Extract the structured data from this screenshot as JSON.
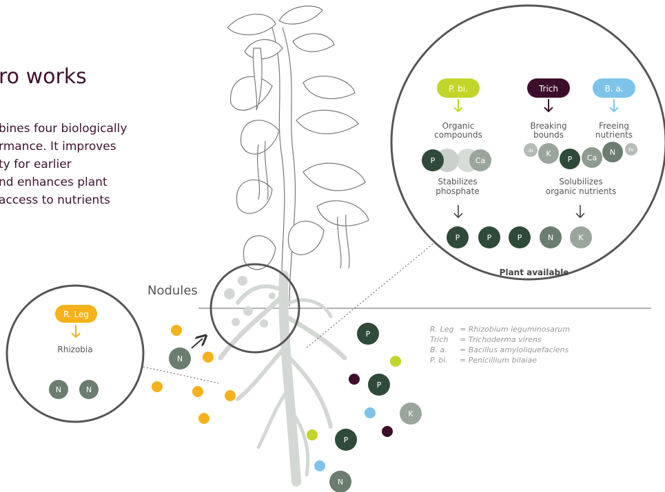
{
  "intro": {
    "title": "ro works",
    "lines": [
      "bines four biologically",
      "rmance. It improves",
      "ty for earlier",
      "nd enhances plant",
      " access to nutrients"
    ]
  },
  "nodules_label": "Nodules",
  "left_callout": {
    "badge": "R. Leg",
    "label": "Rhizobia",
    "nutrients": [
      "N",
      "N"
    ]
  },
  "right_callout": {
    "badges": [
      {
        "text": "P. bi.",
        "color": "#c3d52a"
      },
      {
        "text": "Trich",
        "color": "#3d0e2c"
      },
      {
        "text": "B. a.",
        "color": "#7dc3ea"
      }
    ],
    "organic": [
      "Organic",
      "compounds"
    ],
    "breaking": [
      "Breaking",
      "bounds"
    ],
    "freeing": [
      "Freeing",
      "nutrients"
    ],
    "phos_group": [
      "P",
      "Ca"
    ],
    "org_group": [
      "Al",
      "K",
      "P",
      "Ca",
      "N",
      "Fe"
    ],
    "stabilizes": [
      "Stabilizes",
      "phosphate"
    ],
    "solubilizes": [
      "Solubilizes",
      "organic nutrients"
    ],
    "available": [
      "P",
      "P",
      "P",
      "N",
      "K"
    ],
    "footer": "Plant available"
  },
  "soil_nutrients": [
    "N",
    "P",
    "P",
    "P",
    "K",
    "N"
  ],
  "legend": [
    {
      "abbr": "R. Leg",
      "full": "= Rhizobium leguminosarum"
    },
    {
      "abbr": "Trich",
      "full": "= Trichoderma virens"
    },
    {
      "abbr": "B. a.",
      "full": "= Bacillus amyloliquefaciens"
    },
    {
      "abbr": "P. bi.",
      "full": "= Penicillium bilaiae"
    }
  ],
  "colors": {
    "orange": "#f5b21a",
    "dark_green": "#2f4a38",
    "grey_green": "#6a7d6e",
    "light_grey": "#9aa59c",
    "lime": "#c3d52a",
    "sky": "#7dc3ea",
    "purple": "#3d0e2c",
    "root": "#d4d8d4"
  }
}
